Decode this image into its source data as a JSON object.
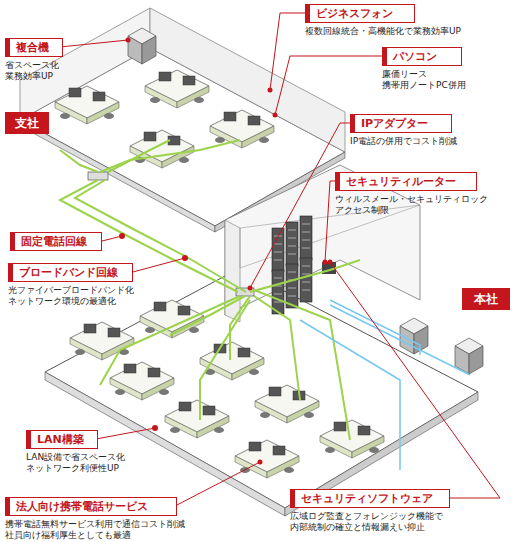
{
  "diagram": {
    "nodes": [
      {
        "text": [
          "ビジネスフォン",
          "複数回線統合・高機能化で業務効率UP"
        ]
      },
      {
        "text": [
          "複合機",
          "省スペース化 業務効率UP"
        ]
      },
      {
        "text": [
          "パソコン",
          "廉価リース 携帯用ノートPC併用"
        ]
      },
      {
        "text": [
          "支社"
        ]
      },
      {
        "text": [
          "IPアダプター",
          "IP電話の併用でコスト削減"
        ]
      },
      {
        "text": [
          "セキュリティルーター",
          "ウィルスメール・セキュリティロック アクセス制限"
        ]
      },
      {
        "text": [
          "固定電話回線"
        ]
      },
      {
        "text": [
          "ブロードバンド回線",
          "光ファイバーブロードバンド化 ネットワーク環境の最適化"
        ]
      },
      {
        "text": [
          "本社"
        ]
      },
      {
        "text": [
          "LAN構築",
          "LAN設備で省スペース化 ネットワーク利便性UP"
        ]
      },
      {
        "text": [
          "セキュリティソフトウェア",
          "広域ログ監査とフォレンジック機能で 内部統制の確立と情報漏えい抑止"
        ]
      },
      {
        "text": [
          "法人向け携帯電話サービス",
          "携帯電話無料サービス利用で通信コスト削減 社員向け福利厚生としても最適"
        ]
      }
    ]
  }
}
